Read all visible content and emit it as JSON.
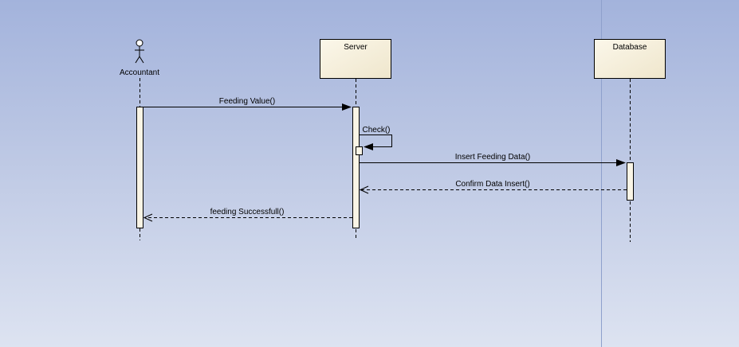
{
  "actors": {
    "accountant": "Accountant",
    "server": "Server",
    "database": "Database"
  },
  "messages": {
    "feeding_value": "Feeding Value()",
    "check": "Check()",
    "insert_feeding_data": "Insert Feeding Data()",
    "confirm_data_insert": "Confirm Data Insert()",
    "feeding_successfull": "feeding Successfull()"
  },
  "colors": {
    "box_fill": "#faf5e6",
    "line": "#000000",
    "page_separator": "#8ea0cc"
  }
}
